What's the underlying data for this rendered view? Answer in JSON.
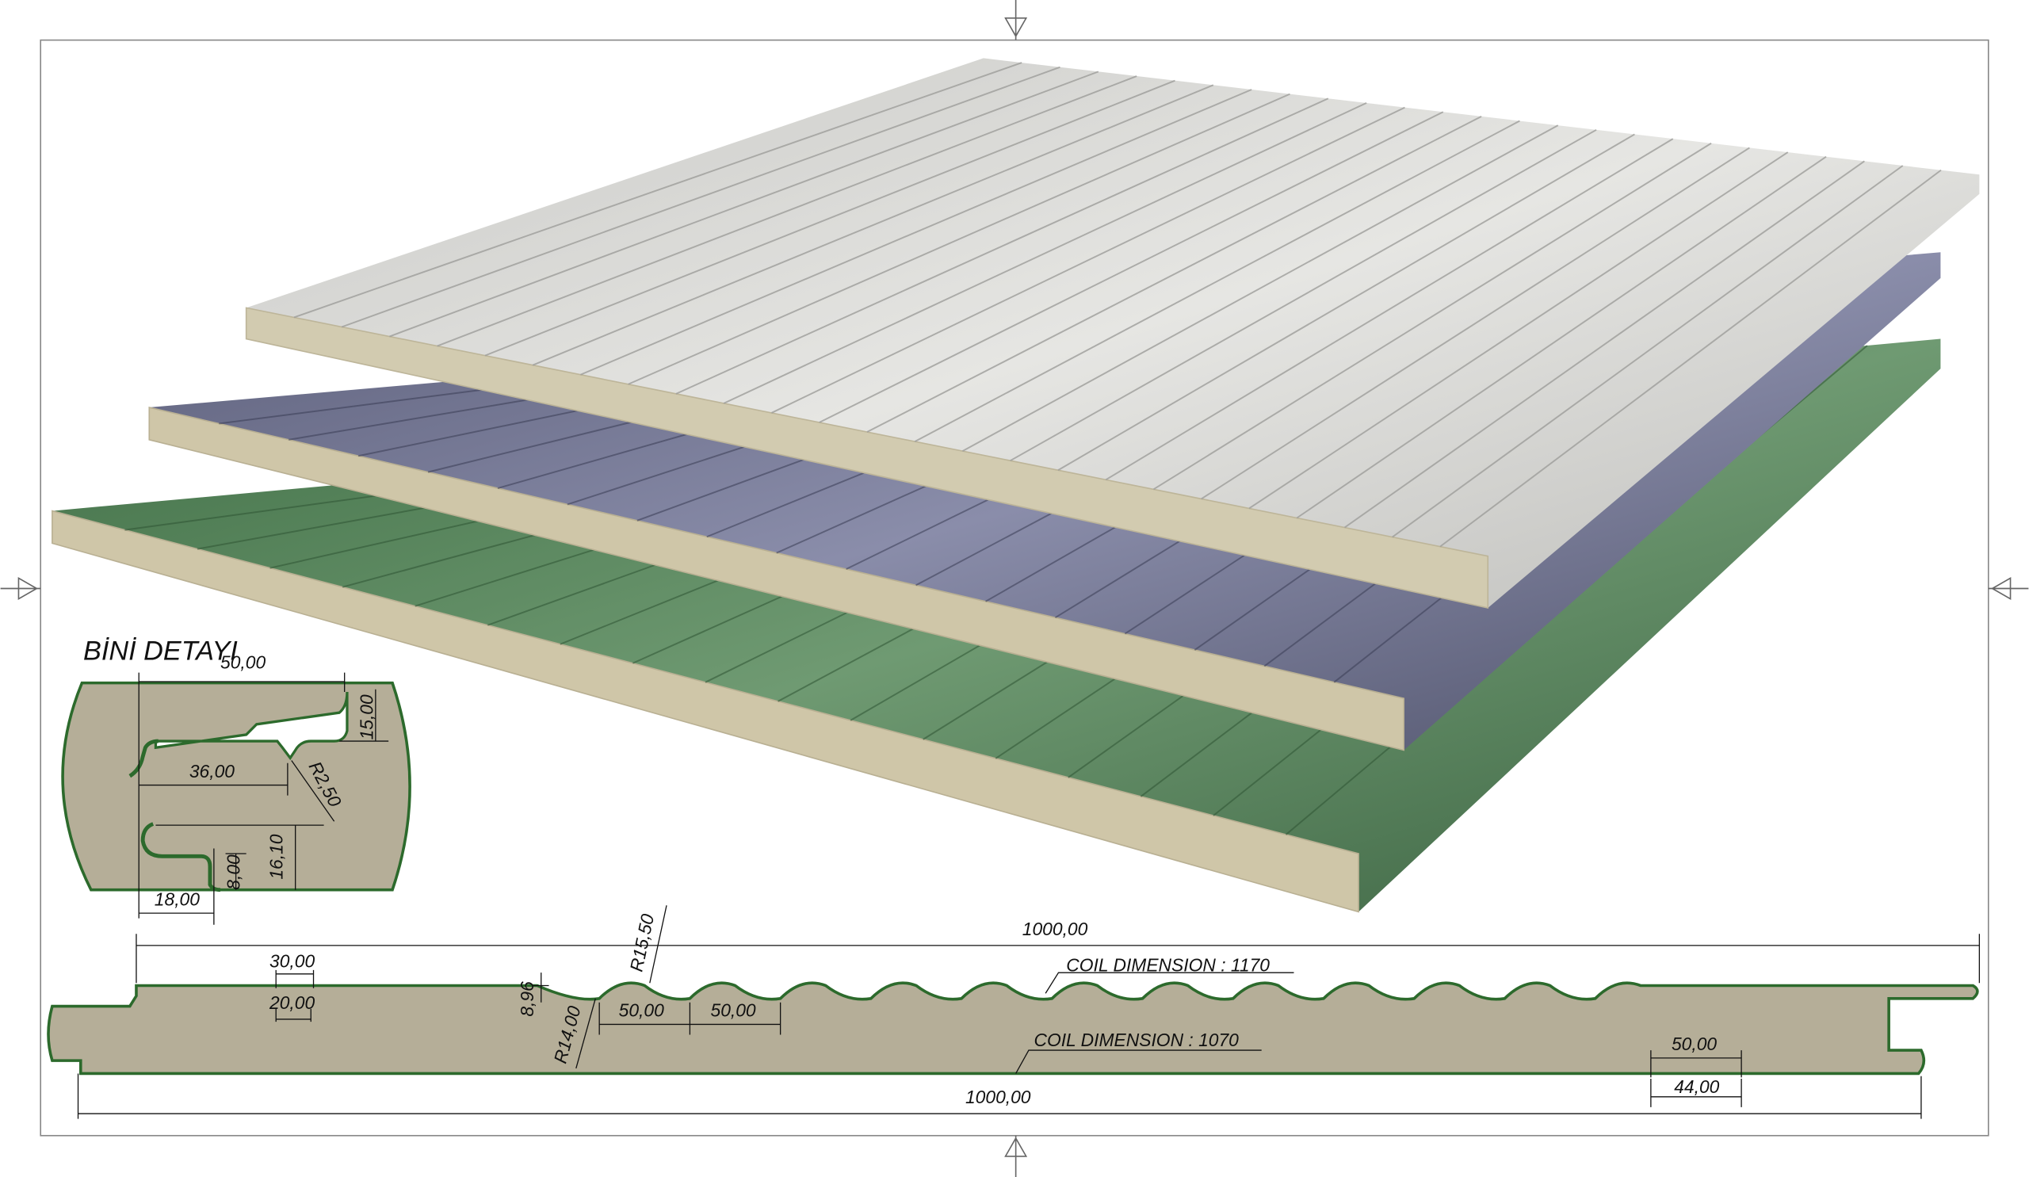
{
  "detail": {
    "title": "BİNİ DETAYI",
    "dims": {
      "width_top": "50,00",
      "height_top": "15,00",
      "depth": "36,00",
      "radius": "R2,50",
      "height_bottom": "16,10",
      "step": "8,00",
      "width_bottom": "18,00"
    }
  },
  "profile": {
    "overall_top": "1000,00",
    "overall_bottom": "1000,00",
    "rib_pitch": "30,00",
    "rib_width": "20,00",
    "wave_height": "8,96",
    "radius_top": "R15,50",
    "radius_bottom": "R14,00",
    "wave_pitch_1": "50,00",
    "wave_pitch_2": "50,00",
    "coil_top": "COIL DIMENSION : 1170",
    "coil_bottom": "COIL DIMENSION : 1070",
    "groove_outer": "50,00",
    "groove_inner": "44,00"
  },
  "colors": {
    "foam": "#b5ae98",
    "edge": "#2c6a2c",
    "panel_white": "#d9d9d6",
    "panel_blue": "#6b6f8c",
    "panel_green": "#4f7d55"
  }
}
